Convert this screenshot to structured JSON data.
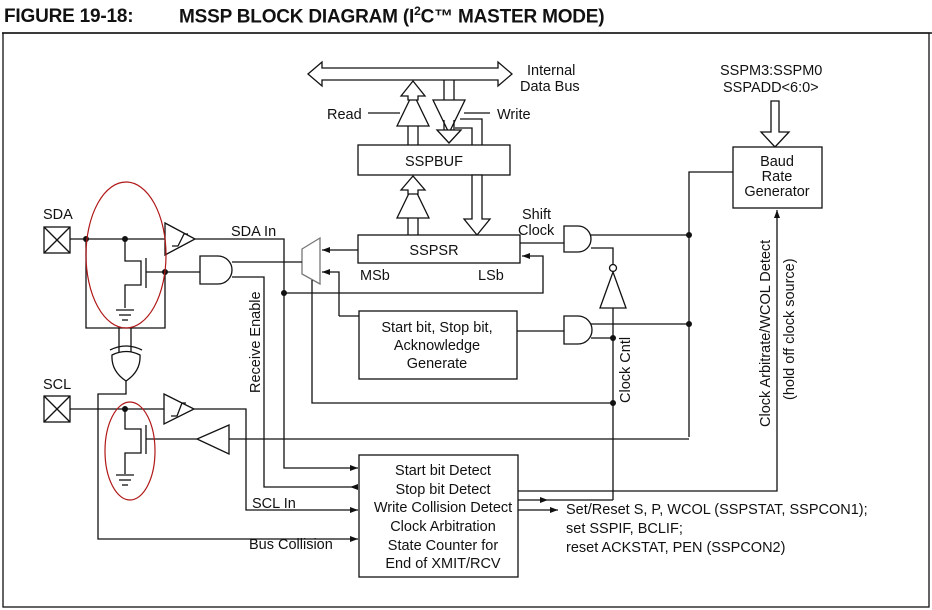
{
  "figure": {
    "number": "FIGURE 19-18:",
    "title_prefix": "MSSP BLOCK DIAGRAM (I",
    "title_sup": "2",
    "title_suffix": "C™ MASTER MODE)"
  },
  "bus": {
    "internal_line1": "Internal",
    "internal_line2": "Data Bus",
    "read": "Read",
    "write": "Write"
  },
  "registers": {
    "sspbuf": "SSPBUF",
    "sspsr": "SSPSR",
    "msb": "MSb",
    "lsb": "LSb"
  },
  "control": {
    "sspm_line1": "SSPM3:SSPM0",
    "sspm_line2": "SSPADD<6:0>",
    "brg_line1": "Baud",
    "brg_line2": "Rate",
    "brg_line3": "Generator",
    "shift_line1": "Shift",
    "shift_line2": "Clock",
    "clock_cntl": "Clock Cntl",
    "clock_arb_line1": "Clock Arbitrate/WCOL Detect",
    "clock_arb_line2": "(hold off clock source)"
  },
  "pins": {
    "sda": "SDA",
    "scl": "SCL",
    "sda_in": "SDA In",
    "scl_in": "SCL In",
    "receive_enable": "Receive Enable",
    "bus_collision": "Bus Collision"
  },
  "start_stop_block": {
    "lines": [
      "Start bit, Stop bit,",
      "Acknowledge",
      "Generate"
    ]
  },
  "detect_block": {
    "lines": [
      "Start bit Detect",
      "Stop bit Detect",
      "Write Collision Detect",
      "Clock Arbitration",
      "State Counter for",
      "End of XMIT/RCV"
    ]
  },
  "outputs": {
    "lines": [
      "Set/Reset S, P, WCOL (SSPSTAT, SSPCON1);",
      "set SSPIF, BCLIF;",
      "reset ACKSTAT, PEN (SSPCON2)"
    ]
  },
  "annotation_color": "#b01818"
}
